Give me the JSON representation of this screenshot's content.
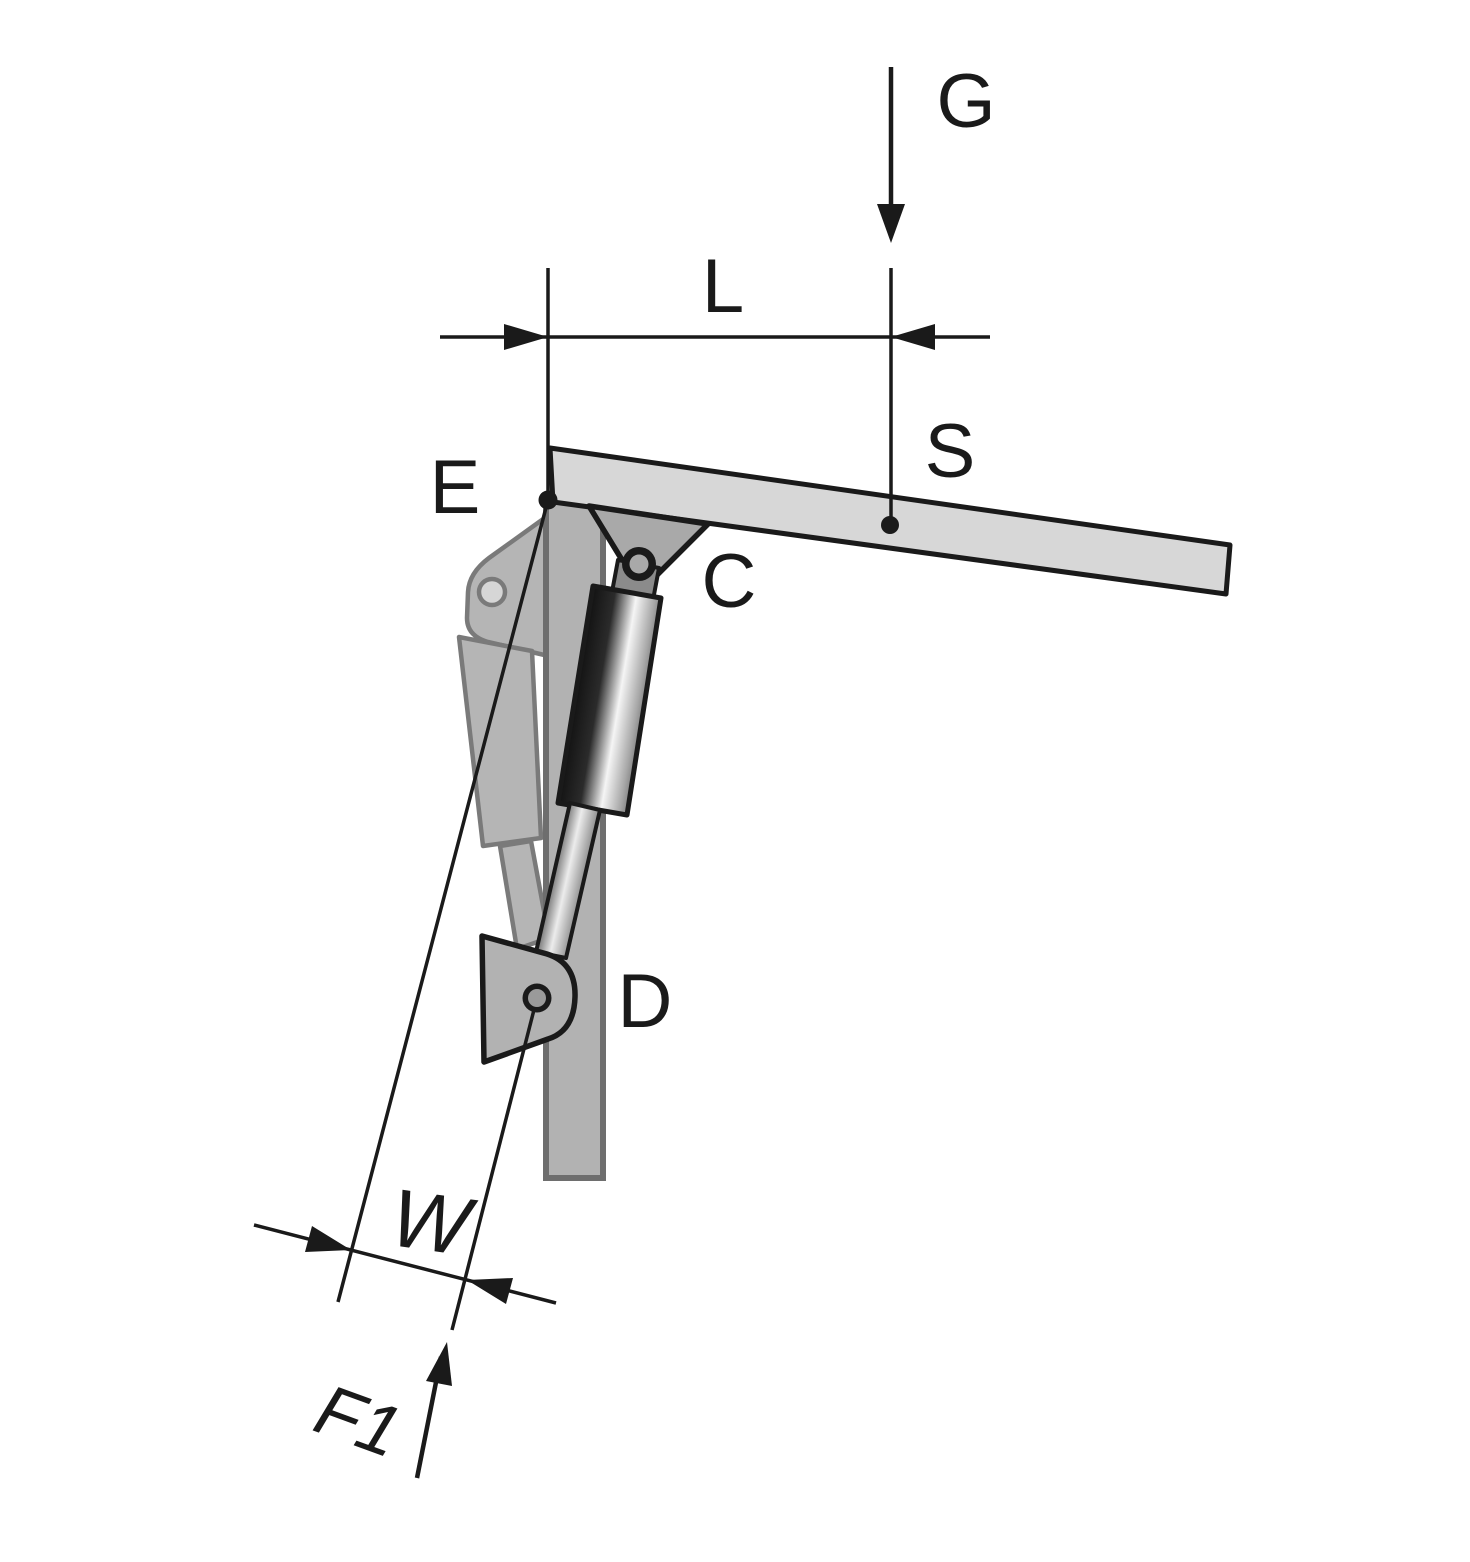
{
  "diagram": {
    "labels": {
      "g": "G",
      "l": "L",
      "e": "E",
      "s": "S",
      "c": "C",
      "d": "D",
      "w": "W",
      "f1": "F1"
    },
    "colors": {
      "background": "#ffffff",
      "line": "#1a1a1a",
      "beam_fill": "#d7d7d7",
      "leg_fill": "#b2b2b2",
      "bracket_fill": "#a9a9a9",
      "d_bracket_fill": "#b2b2b2",
      "plate_fill": "#b5b5b5",
      "neck_fill": "#8b8b8b",
      "pivot_inner": "#9a9a9a",
      "hole_fill": "#d6d6d6"
    }
  }
}
